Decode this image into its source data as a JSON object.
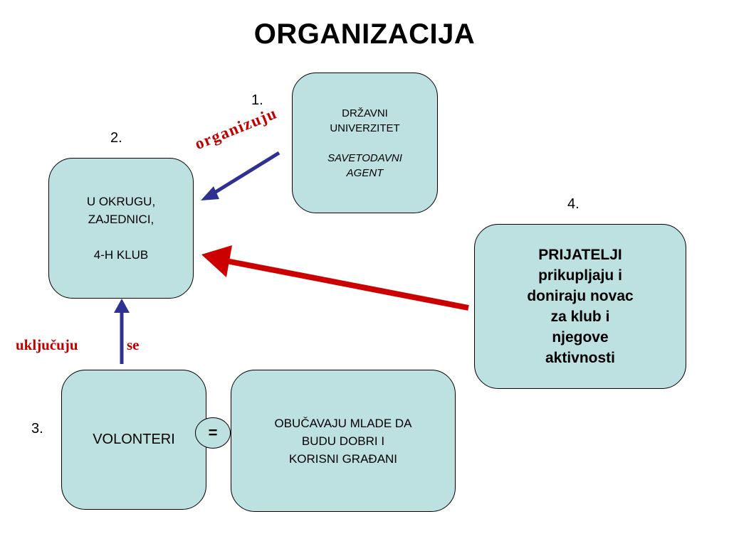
{
  "title": "ORGANIZACIJA",
  "colors": {
    "box_fill": "#bde0e1",
    "blue_arrow": "#2e3192",
    "red_arrow": "#cc0000",
    "label_red": "#c00000"
  },
  "steps": {
    "n1": "1.",
    "n2": "2.",
    "n3": "3.",
    "n4": "4."
  },
  "box_drzavni": {
    "line1": "DRŽAVNI",
    "line2": "UNIVERZITET",
    "line3": "SAVETODAVNI",
    "line4": "AGENT"
  },
  "box_okrugu": {
    "line1": "U OKRUGU,",
    "line2": "ZAJEDNICI,",
    "line3": "4-H KLUB"
  },
  "box_prijatelji": {
    "line1": "PRIJATELJI",
    "line2": "prikupljaju i",
    "line3": "doniraju novac",
    "line4": "za klub i",
    "line5": "njegove",
    "line6": "aktivnosti"
  },
  "box_volonteri": {
    "label": "VOLONTERI"
  },
  "equals": "=",
  "box_obucavaju": {
    "line1": "OBUČAVAJU MLADE DA",
    "line2": "BUDU DOBRI I",
    "line3": "KORISNI GRAĐANI"
  },
  "arrow_labels": {
    "organizuju": "organizuju",
    "ukljucuju": "uključuju",
    "se": "se"
  }
}
